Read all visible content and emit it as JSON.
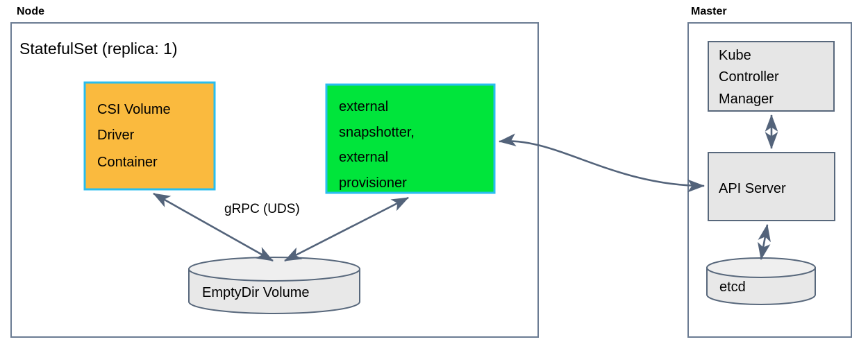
{
  "diagram": {
    "title_hidden": "",
    "zones": [
      {
        "id": "node",
        "label": "Node"
      },
      {
        "id": "master",
        "label": "Master"
      }
    ],
    "node_zone": {
      "group_title": "StatefulSet (replica: 1)",
      "boxes": [
        {
          "id": "csi-driver",
          "lines": [
            "CSI Volume",
            "Driver",
            "Container"
          ],
          "fill": "#FABA3E",
          "stroke": "#29BDEF"
        },
        {
          "id": "external-sidecars",
          "lines": [
            "external",
            "snapshotter,",
            "external",
            "provisioner"
          ],
          "fill": "#00E53B",
          "stroke": "#29BDEF"
        }
      ],
      "storage": [
        {
          "id": "emptydir",
          "label": "EmptyDir Volume",
          "fill": "#E8E8E8",
          "stroke": "#58687C"
        }
      ],
      "edges": [
        {
          "id": "grpc-uds",
          "label": "gRPC (UDS)"
        }
      ]
    },
    "master_zone": {
      "boxes": [
        {
          "id": "kube-controller-manager",
          "lines": [
            "Kube",
            "Controller",
            "Manager"
          ],
          "fill": "#E6E6E6",
          "stroke": "#58687C"
        },
        {
          "id": "api-server",
          "lines": [
            "API Server"
          ],
          "fill": "#E6E6E6",
          "stroke": "#58687C"
        }
      ],
      "storage": [
        {
          "id": "etcd",
          "label": "etcd",
          "fill": "#E8E8E8",
          "stroke": "#58687C"
        }
      ]
    },
    "colors": {
      "zone_border": "#6B7C93",
      "edge": "#53637A",
      "orange": "#FABA3E",
      "green": "#00E53B",
      "cyan_border": "#29BDEF",
      "gray_fill": "#E6E6E6",
      "slate_border": "#58687C",
      "background": "#FFFFFF"
    }
  }
}
